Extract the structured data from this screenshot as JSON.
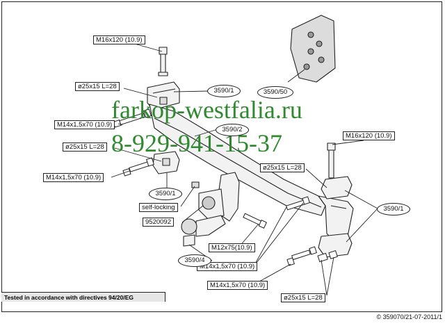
{
  "watermark": {
    "site": "farkop-westfalia.ru",
    "phone": "8-929-941-15-37",
    "color": "#2f8a2f"
  },
  "labels": {
    "bolt_top_left": "M16x120 (10.9)",
    "spacer_left_1": "ø25x15 L=28",
    "bolt_left_1": "M14x1,5x70 (10.9)",
    "spacer_left_2": "ø25x15 L=28",
    "bolt_left_2": "M14x1,5x70 (10.9)",
    "bolt_top_right": "M16x120 (10.9)",
    "spacer_right": "ø25x15 L=28",
    "self_locking": "self-locking",
    "part_9520092": "9520092",
    "bolt_m12": "M12x75(10.9)",
    "bolt_right_1": "M14x1,5x70 (10.9)",
    "bolt_right_2": "M14x1,5x70 (10.9)",
    "spacer_bottom": "ø25x15 L=28"
  },
  "part_callouts": {
    "bracket_left_top": "3590/1",
    "kit_card": "3590/50",
    "crossbar": "3590/2",
    "bracket_left_bottom": "3590/1",
    "bracket_right": "3590/1",
    "ball": "3590/4"
  },
  "footnote": "Tested in accordance with directives 94/20/EG",
  "copyright": "© 359070/21-07-2011/1"
}
